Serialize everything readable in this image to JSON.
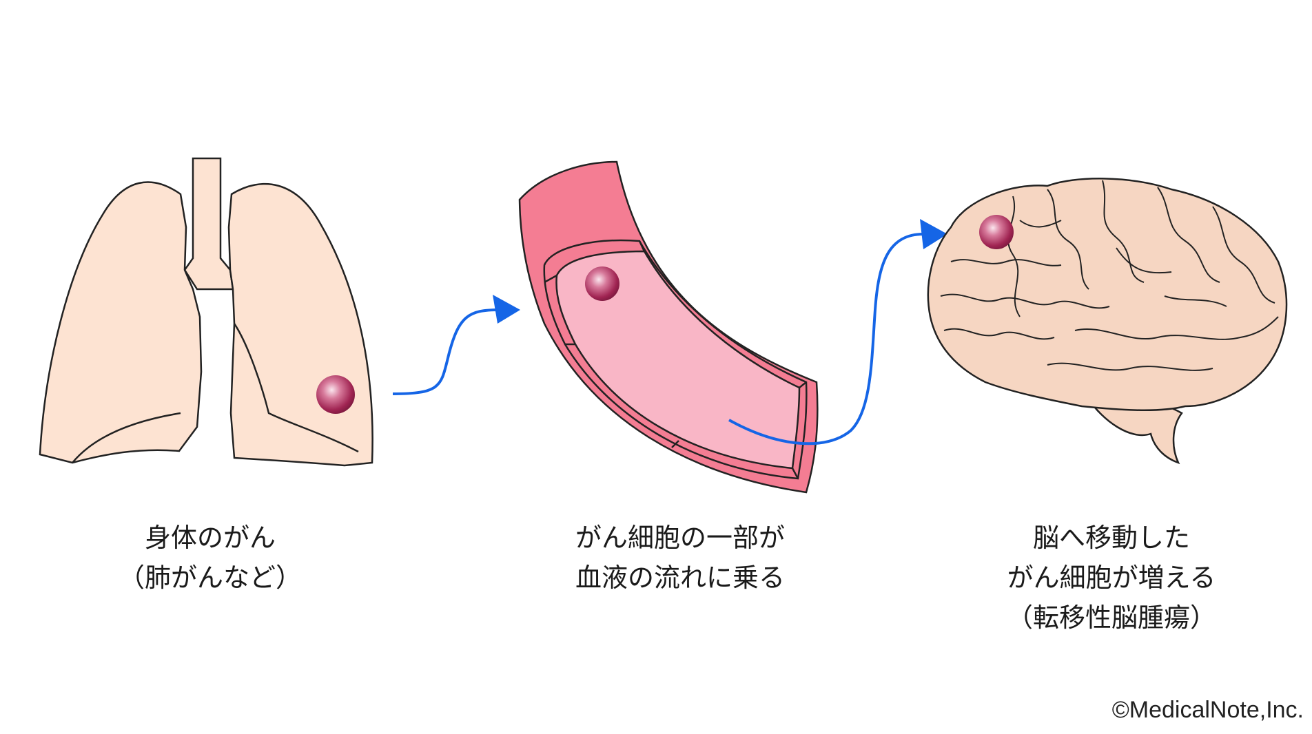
{
  "captions": {
    "step1": [
      "身体のがん",
      "（肺がんなど）"
    ],
    "step2": [
      "がん細胞の一部が",
      "血液の流れに乗る"
    ],
    "step3": [
      "脳へ移動した",
      "がん細胞が増える",
      "（転移性脳腫瘍）"
    ]
  },
  "copyright": "©MedicalNote,Inc.",
  "colors": {
    "tissue": "#fde3d2",
    "vessel_wall": "#f47d93",
    "vessel_lumen": "#f9b6c6",
    "cell": "#a02452",
    "arrow": "#1565e6"
  },
  "icons": [
    "lungs-illustration",
    "blood-vessel-illustration",
    "brain-illustration",
    "cancer-cell-icon",
    "flow-arrow-icon"
  ]
}
